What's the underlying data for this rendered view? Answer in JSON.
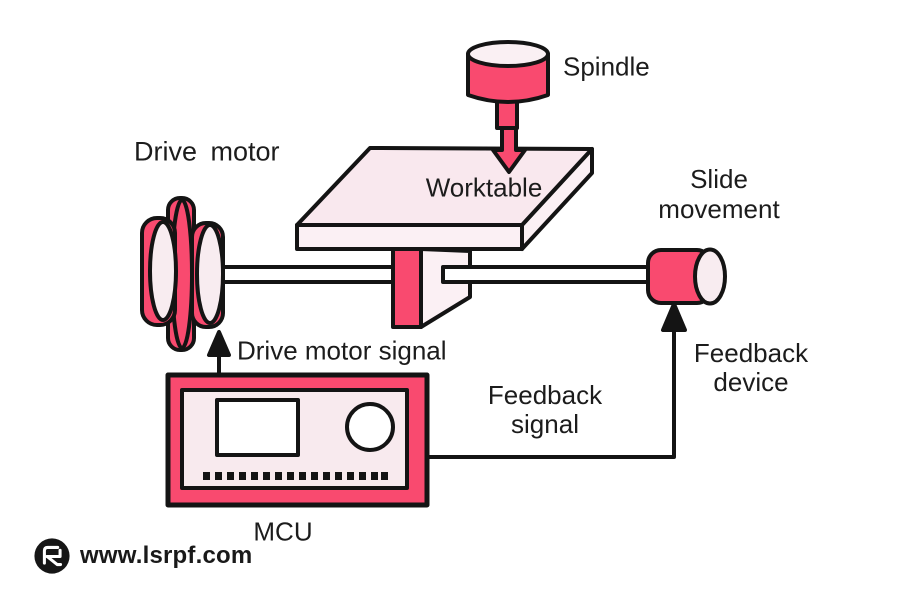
{
  "diagram": {
    "labels": {
      "spindle": "Spindle",
      "worktable": "Worktable",
      "drive_motor": "Drive motor",
      "slide_movement": [
        "Slide",
        "movement"
      ],
      "drive_motor_signal": "Drive motor signal",
      "feedback_signal": [
        "Feedback",
        "signal"
      ],
      "feedback_device": [
        "Feedback",
        "device"
      ],
      "mcu": "MCU"
    },
    "colors": {
      "accent_pink": "#F94A6F",
      "panel_pink": "#F8EAEE",
      "top_face_pink": "#F9E8EE",
      "front_face_pink": "#FBF0F4",
      "outline_black": "#141414"
    },
    "icons": {
      "logo": "lsrpf-logo-icon"
    }
  },
  "footer": {
    "website": "www.lsrpf.com"
  }
}
